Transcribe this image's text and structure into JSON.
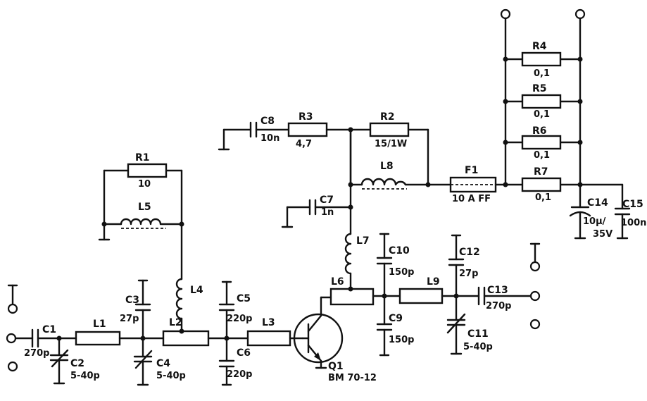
{
  "components": {
    "C1": {
      "name": "C1",
      "value": "270p"
    },
    "C2": {
      "name": "C2",
      "value": "5-40p"
    },
    "C3": {
      "name": "C3",
      "value": "27p"
    },
    "C4": {
      "name": "C4",
      "value": "5-40p"
    },
    "C5": {
      "name": "C5",
      "value": "220p"
    },
    "C6": {
      "name": "C6",
      "value": "220p"
    },
    "C7": {
      "name": "C7",
      "value": "1n"
    },
    "C8": {
      "name": "C8",
      "value": "10n"
    },
    "C9": {
      "name": "C9",
      "value": "150p"
    },
    "C10": {
      "name": "C10",
      "value": "150p"
    },
    "C11": {
      "name": "C11",
      "value": "5-40p"
    },
    "C12": {
      "name": "C12",
      "value": "27p"
    },
    "C13": {
      "name": "C13",
      "value": "270p"
    },
    "C14": {
      "name": "C14",
      "value": "10μ/",
      "value2": "35V"
    },
    "C15": {
      "name": "C15",
      "value": "100n"
    },
    "R1": {
      "name": "R1",
      "value": "10"
    },
    "R2": {
      "name": "R2",
      "value": "15/1W"
    },
    "R3": {
      "name": "R3",
      "value": "4,7"
    },
    "R4": {
      "name": "R4",
      "value": "0,1"
    },
    "R5": {
      "name": "R5",
      "value": "0,1"
    },
    "R6": {
      "name": "R6",
      "value": "0,1"
    },
    "R7": {
      "name": "R7",
      "value": "0,1"
    },
    "L1": {
      "name": "L1"
    },
    "L2": {
      "name": "L2"
    },
    "L3": {
      "name": "L3"
    },
    "L4": {
      "name": "L4"
    },
    "L5": {
      "name": "L5"
    },
    "L6": {
      "name": "L6"
    },
    "L7": {
      "name": "L7"
    },
    "L8": {
      "name": "L8"
    },
    "L9": {
      "name": "L9"
    },
    "F1": {
      "name": "F1",
      "value": "10 A FF"
    },
    "Q1": {
      "name": "Q1",
      "value": "BM 70-12"
    }
  }
}
